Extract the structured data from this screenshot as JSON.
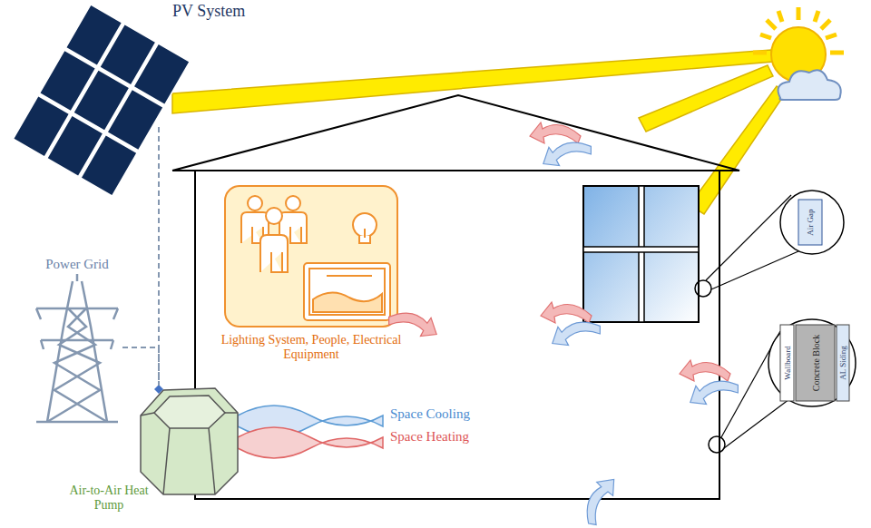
{
  "diagram": {
    "nodes": [
      {
        "text": [
          "PV System"
        ]
      },
      {
        "text": [
          "Lighting System, People, Electrical Equipment"
        ]
      },
      {
        "text": [
          "Air Gap"
        ]
      },
      {
        "text": [
          "Power Grid"
        ]
      },
      {
        "text": [
          "Wallboard"
        ]
      },
      {
        "text": [
          "Concrete Block"
        ]
      },
      {
        "text": [
          "AL Siding"
        ]
      },
      {
        "text": [
          "Space Cooling"
        ]
      },
      {
        "text": [
          "Space Heating"
        ]
      },
      {
        "text": [
          "Air-to-Air Heat Pump"
        ]
      }
    ],
    "edges": [
      {
        "from": 0,
        "to": 9,
        "arrow": "none"
      },
      {
        "from": 3,
        "to": 9,
        "arrow": "none"
      }
    ]
  }
}
